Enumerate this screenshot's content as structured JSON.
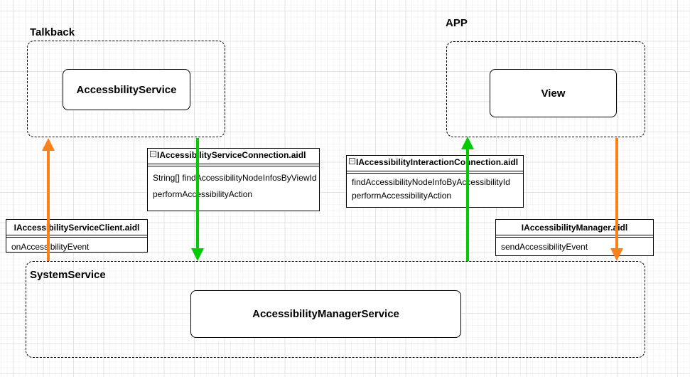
{
  "diagram": {
    "groups": {
      "talkback": {
        "label": "Talkback"
      },
      "app": {
        "label": "APP"
      },
      "system_service": {
        "label": "SystemService"
      }
    },
    "nodes": {
      "accessbility_service": {
        "label": "AccessbilityService"
      },
      "view": {
        "label": "View"
      },
      "accessibility_manager_service": {
        "label": "AccessibilityManagerService"
      }
    },
    "interfaces": {
      "service_connection": {
        "title": "IAccessibilityServiceConnection.aidl",
        "methods": [
          "String[] findAccessibilityNodeInfosByViewId",
          "performAccessibilityAction"
        ]
      },
      "interaction_connection": {
        "title": "IAccessibilityInteractionConnection.aidl",
        "methods": [
          "findAccessibilityNodeInfoByAccessibilityId",
          "performAccessibilityAction"
        ]
      },
      "service_client": {
        "title": "IAccessibilityServiceClient.aidl",
        "methods": [
          "onAccessibilityEvent"
        ]
      },
      "manager": {
        "title": "IAccessibilityManager.aidl",
        "methods": [
          "sendAccessibilityEvent"
        ]
      }
    },
    "arrows": [
      {
        "from": "SystemService",
        "to": "Talkback",
        "direction": "up",
        "color": "#F9801A",
        "via": "IAccessibilityServiceClient.aidl"
      },
      {
        "from": "Talkback",
        "to": "SystemService",
        "direction": "down",
        "color": "#00CC00",
        "via": "IAccessibilityServiceConnection.aidl"
      },
      {
        "from": "SystemService",
        "to": "APP",
        "direction": "up",
        "color": "#00CC00",
        "via": "IAccessibilityInteractionConnection.aidl"
      },
      {
        "from": "APP",
        "to": "SystemService",
        "direction": "down",
        "color": "#F9801A",
        "via": "IAccessibilityManager.aidl"
      }
    ],
    "colors": {
      "arrow_orange": "#F9801A",
      "arrow_green": "#00CC00",
      "stroke": "#000000",
      "grid_minor": "#F5F5F5",
      "grid_major": "#E3E3E3",
      "background": "#FFFFFF"
    },
    "collapse_icon_glyph": "−"
  }
}
